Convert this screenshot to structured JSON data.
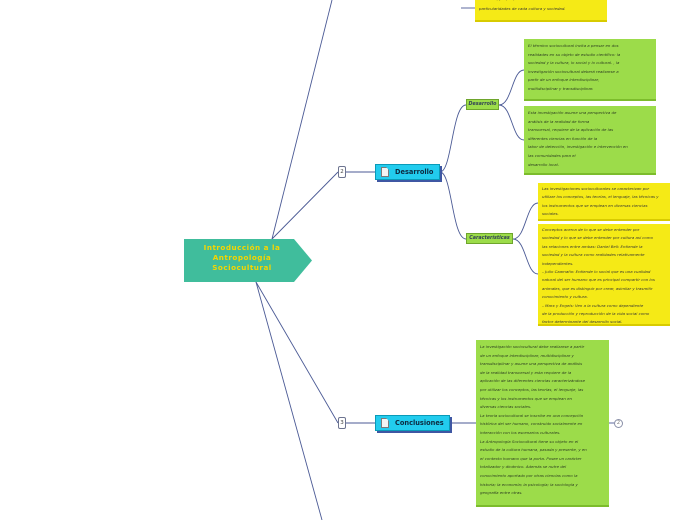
{
  "central": {
    "title": "Introducción a la Antropología Sociocultural",
    "fill": "#40bd9c",
    "text_color": "#f6d600"
  },
  "colors": {
    "line": "#4b5a95",
    "topic": "#22ccee",
    "subtopic": "#9cdc4a",
    "note_yellow": "#f5ea16"
  },
  "top_note": {
    "text": "científica, ya que permite entender las\nparticularidades de cada cultura y sociedad."
  },
  "desarrollo": {
    "label": "Desarrollo",
    "number": "2",
    "icon": "document-icon",
    "subtopics": [
      {
        "label": "Desarrollo",
        "notes": [
          "El término sociocultural invita a pensar en dos\nrealidades en su objeto de estudio científico: la\nsociedad y la cultura, lo social y lo cultural. , la\ninvestigación sociocultural deberá realizarse a\npartir de un enfoque interdisciplinar,\nmultidisciplinar y transdisciplinar.",
          "Esta investigación asume una perspectiva de\nanálisis de la realidad de forma\ntransversal, requiere de la aplicación de las\ndiferentes ciencias en función de la\nlabor de detección, investigación e intervención en\nlas comunidades para el\ndesarrollo local."
        ]
      },
      {
        "label": "Características",
        "notes": [
          "Las investigaciones socioculturales se caracterizan por\nutilizar los conceptos, las teorías, el lenguaje, las técnicas y\nlos instrumentos que se emplean en diversas ciencias\nsociales.",
          "Conceptos acerca de lo que se debe entender por\nsociedad y lo que se debe entender por cultura así como\nlas relaciones entre ambas:  Daniel Bell: Entiende la\nsociedad y la cultura como realidades relativamente\nindependientes.\n– Julio Caamaño: Entiende lo social que es una cualidad\nnatural del ser humano que es principal compartir con los\nanimales, que es distinguir por crear, asimilar y trasmitir\nconocimiento y cultura.\n– Marx y Engels: Ven a la cultura como dependiente\nde la producción y reproducción de la vida social como\nfactor determinante del desarrollo social."
        ]
      }
    ]
  },
  "conclusiones": {
    "label": "Conclusiones",
    "number": "3",
    "icon": "document-icon",
    "note": "La investigación sociocultural debe realizarse a partir\nde un enfoque interdisciplinar, multidisciplinar y\ntransdisciplinar y asume una perspectiva de análisis\nde la realidad transversal y esta requiere de la\naplicación de las diferentes ciencias caracterizándose\npor utilizar los conceptos, las teorías, el lenguaje, las\ntécnicas y los instrumentos que se emplean en\ndiversas ciencias sociales.\nLa teoría sociocultural se inscribe en una concepción\nhistórica del ser humano, construido socialmente en\ninteracción con los escenarios culturales.\n La Antropología Sociocultural tiene su objeto en el\nestudio de la cultura humana, pasada y presente, y en\nel contexto humano que la porta. Posee un carácter\ntotalizador y dinámico. Además se nutre del\nconocimiento aportado por otras ciencias como la\nhistoria; la economía; la psicología; la sociología y\ngeografía entre otras.",
    "collapse_count": "2"
  }
}
